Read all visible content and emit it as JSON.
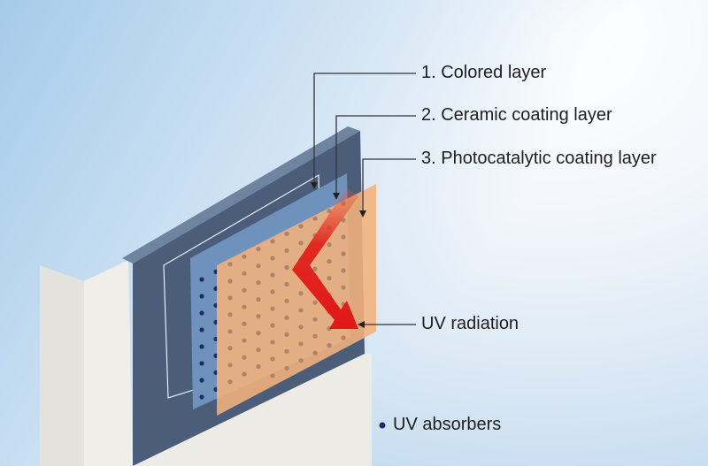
{
  "labels": {
    "colored_layer": "1. Colored layer",
    "ceramic_layer": "2. Ceramic coating layer",
    "photocatalytic_layer": "3. Photocatalytic coating layer",
    "uv_radiation": "UV radiation",
    "uv_absorbers": "UV absorbers"
  },
  "colors": {
    "panel": "#4b5d78",
    "ceramic": "#6f92bd",
    "photocatalytic": "#f4b27c",
    "arrow": "#e02020",
    "dots": "#1f2a6b",
    "wall": "#ecebe6"
  }
}
